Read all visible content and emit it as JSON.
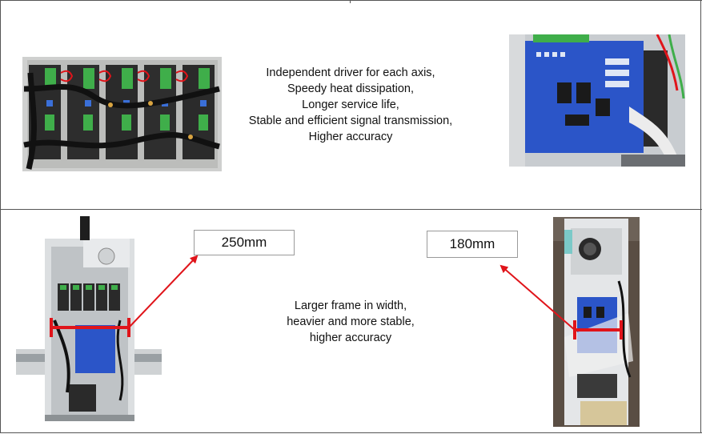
{
  "top_caption": {
    "lines": [
      "Independent driver for each axis,",
      "Speedy heat dissipation,",
      "Longer service life,",
      "Stable and efficient signal transmission,",
      "Higher accuracy"
    ]
  },
  "bottom_caption": {
    "lines": [
      "Larger frame in width,",
      "heavier and more stable,",
      "higher accuracy"
    ]
  },
  "dimensions": {
    "left_label": "250mm",
    "right_label": "180mm"
  },
  "colors": {
    "arrow": "#e0141a",
    "board_blue": "#2b55c8",
    "driver_green": "#3fae4a",
    "frame_gray": "#cfd2d4",
    "cabinet_gray": "#9aa0a4"
  }
}
